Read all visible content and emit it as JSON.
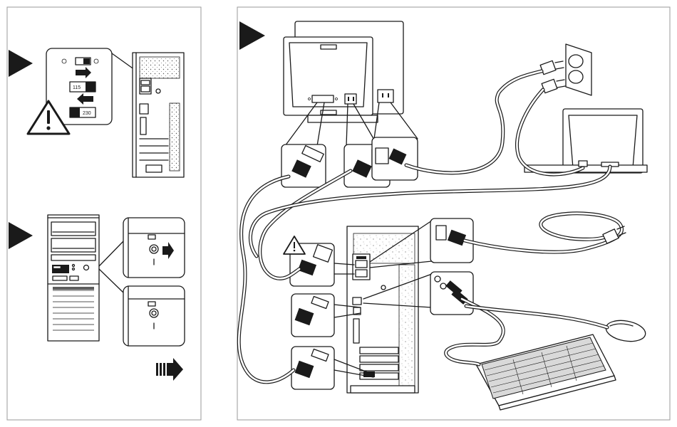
{
  "figure": {
    "steps": [
      {
        "id": "voltage-switch",
        "has_warning": true
      },
      {
        "id": "open-panel"
      },
      {
        "id": "connect-cables"
      }
    ],
    "switch_labels": {
      "position_a": "115",
      "position_b": "230"
    },
    "colors": {
      "line": "#1a1a1a",
      "background": "#ffffff",
      "panel_border": "#9a9a9a"
    },
    "icons": [
      "step-arrow-icon",
      "warning-triangle-icon",
      "next-page-arrow-icon"
    ]
  }
}
